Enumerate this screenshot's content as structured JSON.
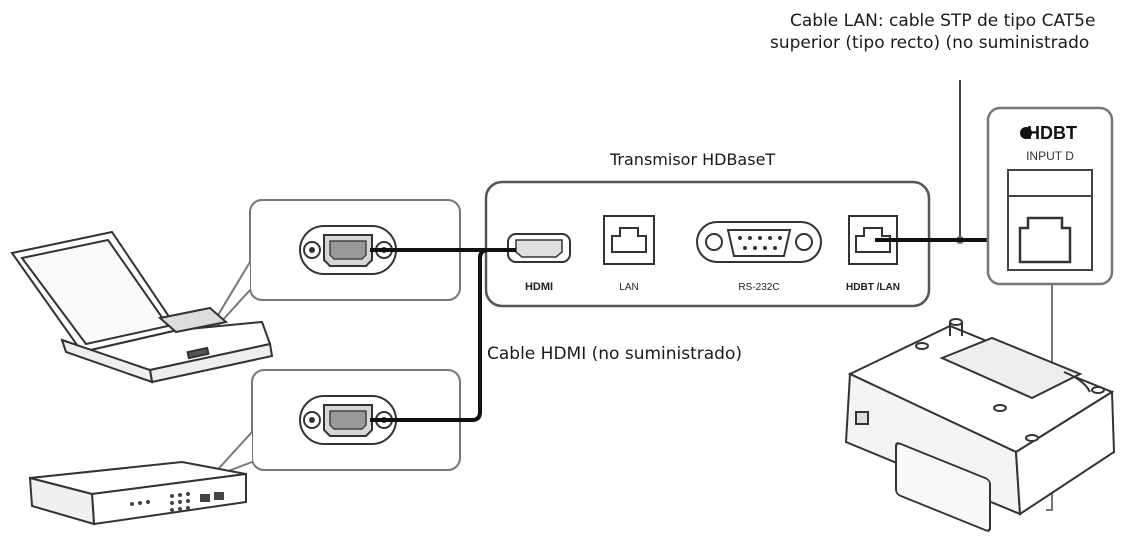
{
  "labels": {
    "lan_cable_line1": "Cable LAN: cable STP de tipo CAT5e",
    "lan_cable_line2": "superior (tipo recto) (no suministrado",
    "transmitter": "Transmisor HDBaseT",
    "hdmi_cable": "Cable HDMI (no suministrado)"
  },
  "transmitter_ports": {
    "hdmi": "HDMI",
    "lan": "LAN",
    "rs232c": "RS-232C",
    "hdbt_lan": "HDBT /LAN"
  },
  "projector_panel": {
    "logo": "HDBT",
    "input": "INPUT D"
  },
  "colors": {
    "line": "#222222",
    "cable": "#111111",
    "panel_stroke": "#555555",
    "device_fill": "#ffffff"
  }
}
